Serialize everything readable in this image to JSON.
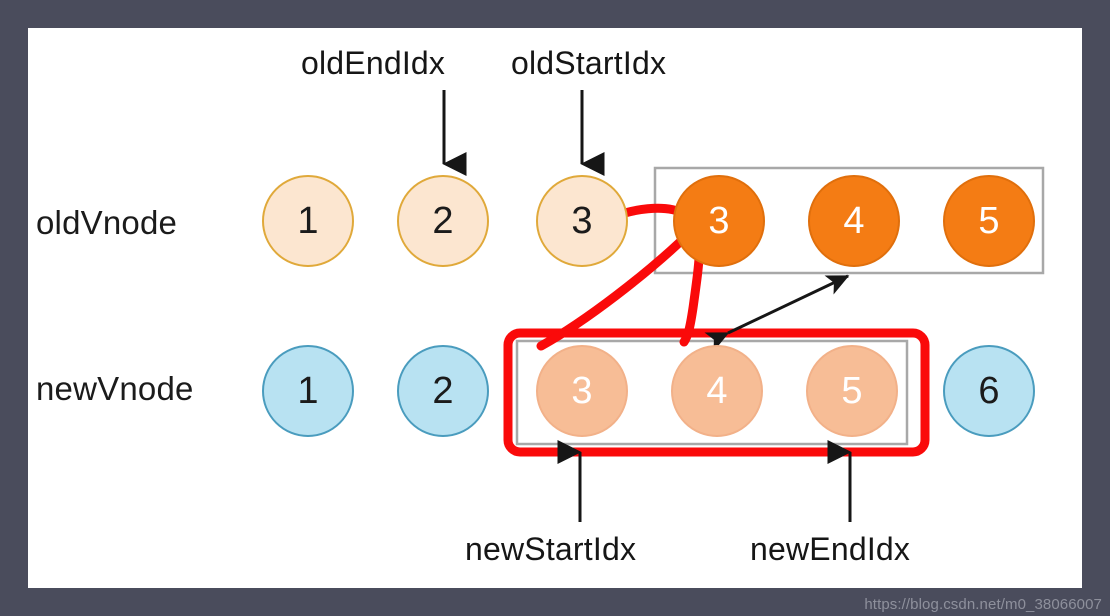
{
  "frame": {
    "border_color": "#4a4c5c",
    "canvas_color": "#ffffff"
  },
  "labels": {
    "old_row": "oldVnode",
    "new_row": "newVnode",
    "old_end_idx": "oldEndIdx",
    "old_start_idx": "oldStartIdx",
    "new_start_idx": "newStartIdx",
    "new_end_idx": "newEndIdx"
  },
  "old_row": {
    "name": "oldVnode",
    "nodes": [
      {
        "value": "1",
        "style": "cream"
      },
      {
        "value": "2",
        "style": "cream"
      },
      {
        "value": "3",
        "style": "cream"
      },
      {
        "value": "3",
        "style": "orange"
      },
      {
        "value": "4",
        "style": "orange"
      },
      {
        "value": "5",
        "style": "orange"
      }
    ],
    "group_box": {
      "from_index": 3,
      "to_index": 5,
      "color": "#a8a8a8"
    }
  },
  "new_row": {
    "name": "newVnode",
    "nodes": [
      {
        "value": "1",
        "style": "blue"
      },
      {
        "value": "2",
        "style": "blue"
      },
      {
        "value": "3",
        "style": "peach"
      },
      {
        "value": "4",
        "style": "peach"
      },
      {
        "value": "5",
        "style": "peach"
      },
      {
        "value": "6",
        "style": "blue"
      }
    ],
    "group_box": {
      "from_index": 2,
      "to_index": 4,
      "color": "#a8a8a8"
    },
    "highlight_box": {
      "from_index": 2,
      "to_index": 4,
      "color": "#fa0a0a"
    }
  },
  "colors": {
    "cream_fill": "#fce6d0",
    "cream_stroke": "#e0a93a",
    "orange_fill": "#f47c14",
    "orange_stroke": "#e06f0c",
    "blue_fill": "#b8e2f2",
    "blue_stroke": "#4a9cbe",
    "peach_fill": "#f7bd96",
    "highlight_red": "#fa0a0a",
    "arrow_black": "#161616",
    "box_gray": "#a8a8a8",
    "frame_slate": "#4a4c5c"
  },
  "annotations": {
    "red_freehand_stroke": "curved red mark linking newVnode 3 to oldVnode 3",
    "double_arrow": "black double-headed arrow between old 4 and new group"
  },
  "watermark": "https://blog.csdn.net/m0_38066007"
}
